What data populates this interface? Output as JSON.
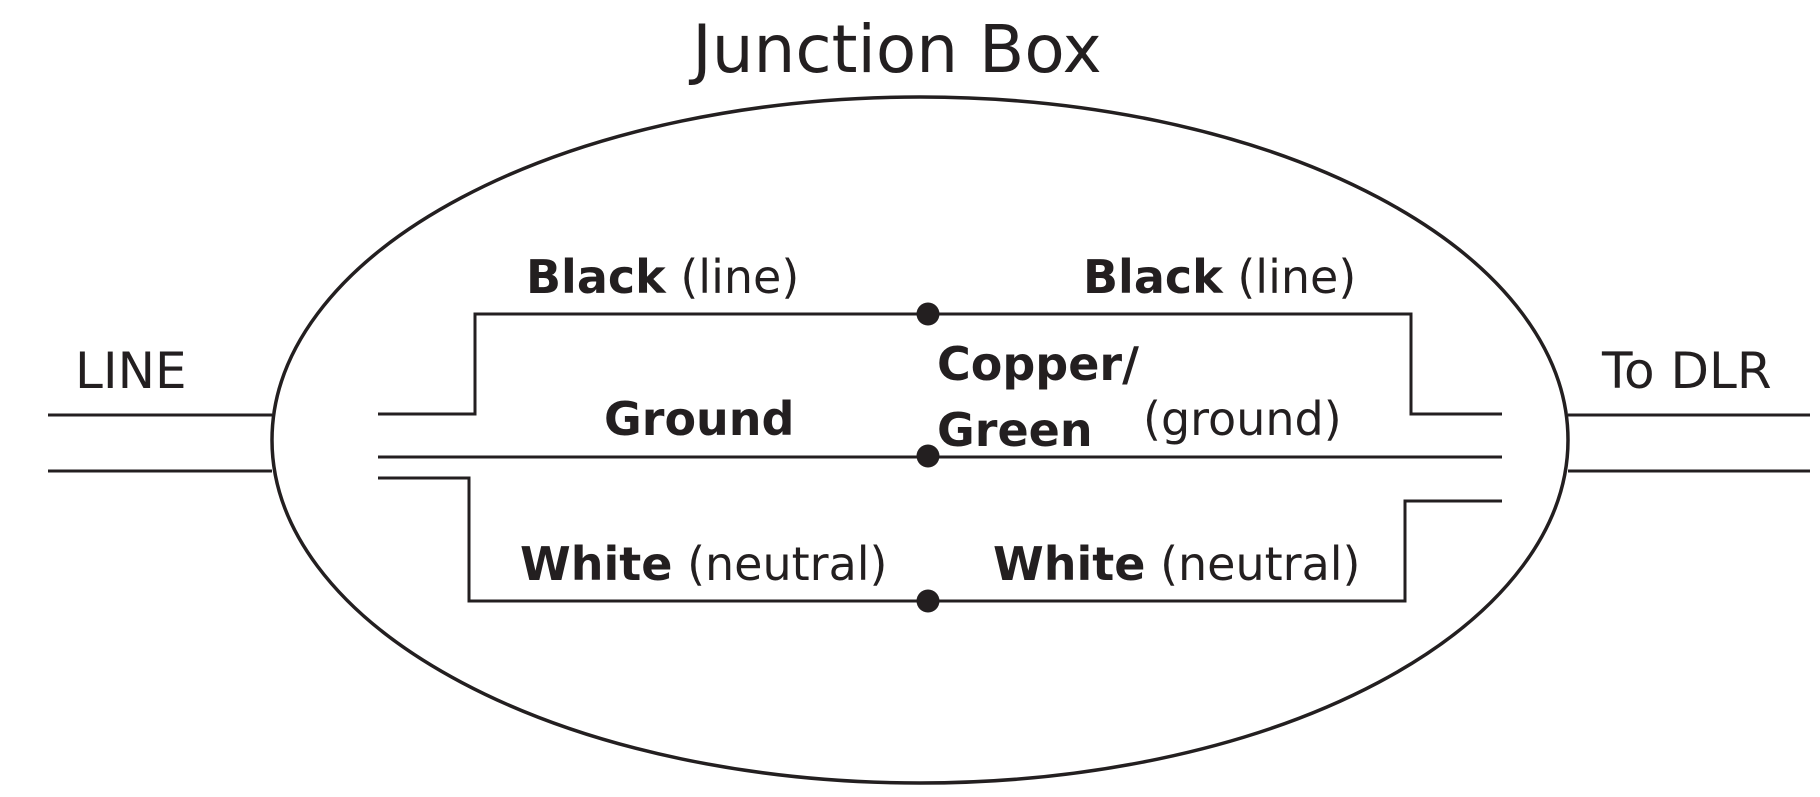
{
  "title": "Junction Box",
  "line_side_label": "LINE",
  "load_side_label": "To DLR",
  "labels": {
    "black_left": {
      "bold": "Black",
      "normal": " (line)"
    },
    "black_right": {
      "bold": "Black",
      "normal": " (line)"
    },
    "ground_left": "Ground",
    "copper_green_line1": "Copper/",
    "copper_green_line2": "Green",
    "ground_right": "(ground)",
    "white_left": {
      "bold": "White",
      "normal": " (neutral)"
    },
    "white_right": {
      "bold": "White",
      "normal": " (neutral)"
    }
  },
  "colors": {
    "ink": "#231f20",
    "background": "#ffffff"
  }
}
